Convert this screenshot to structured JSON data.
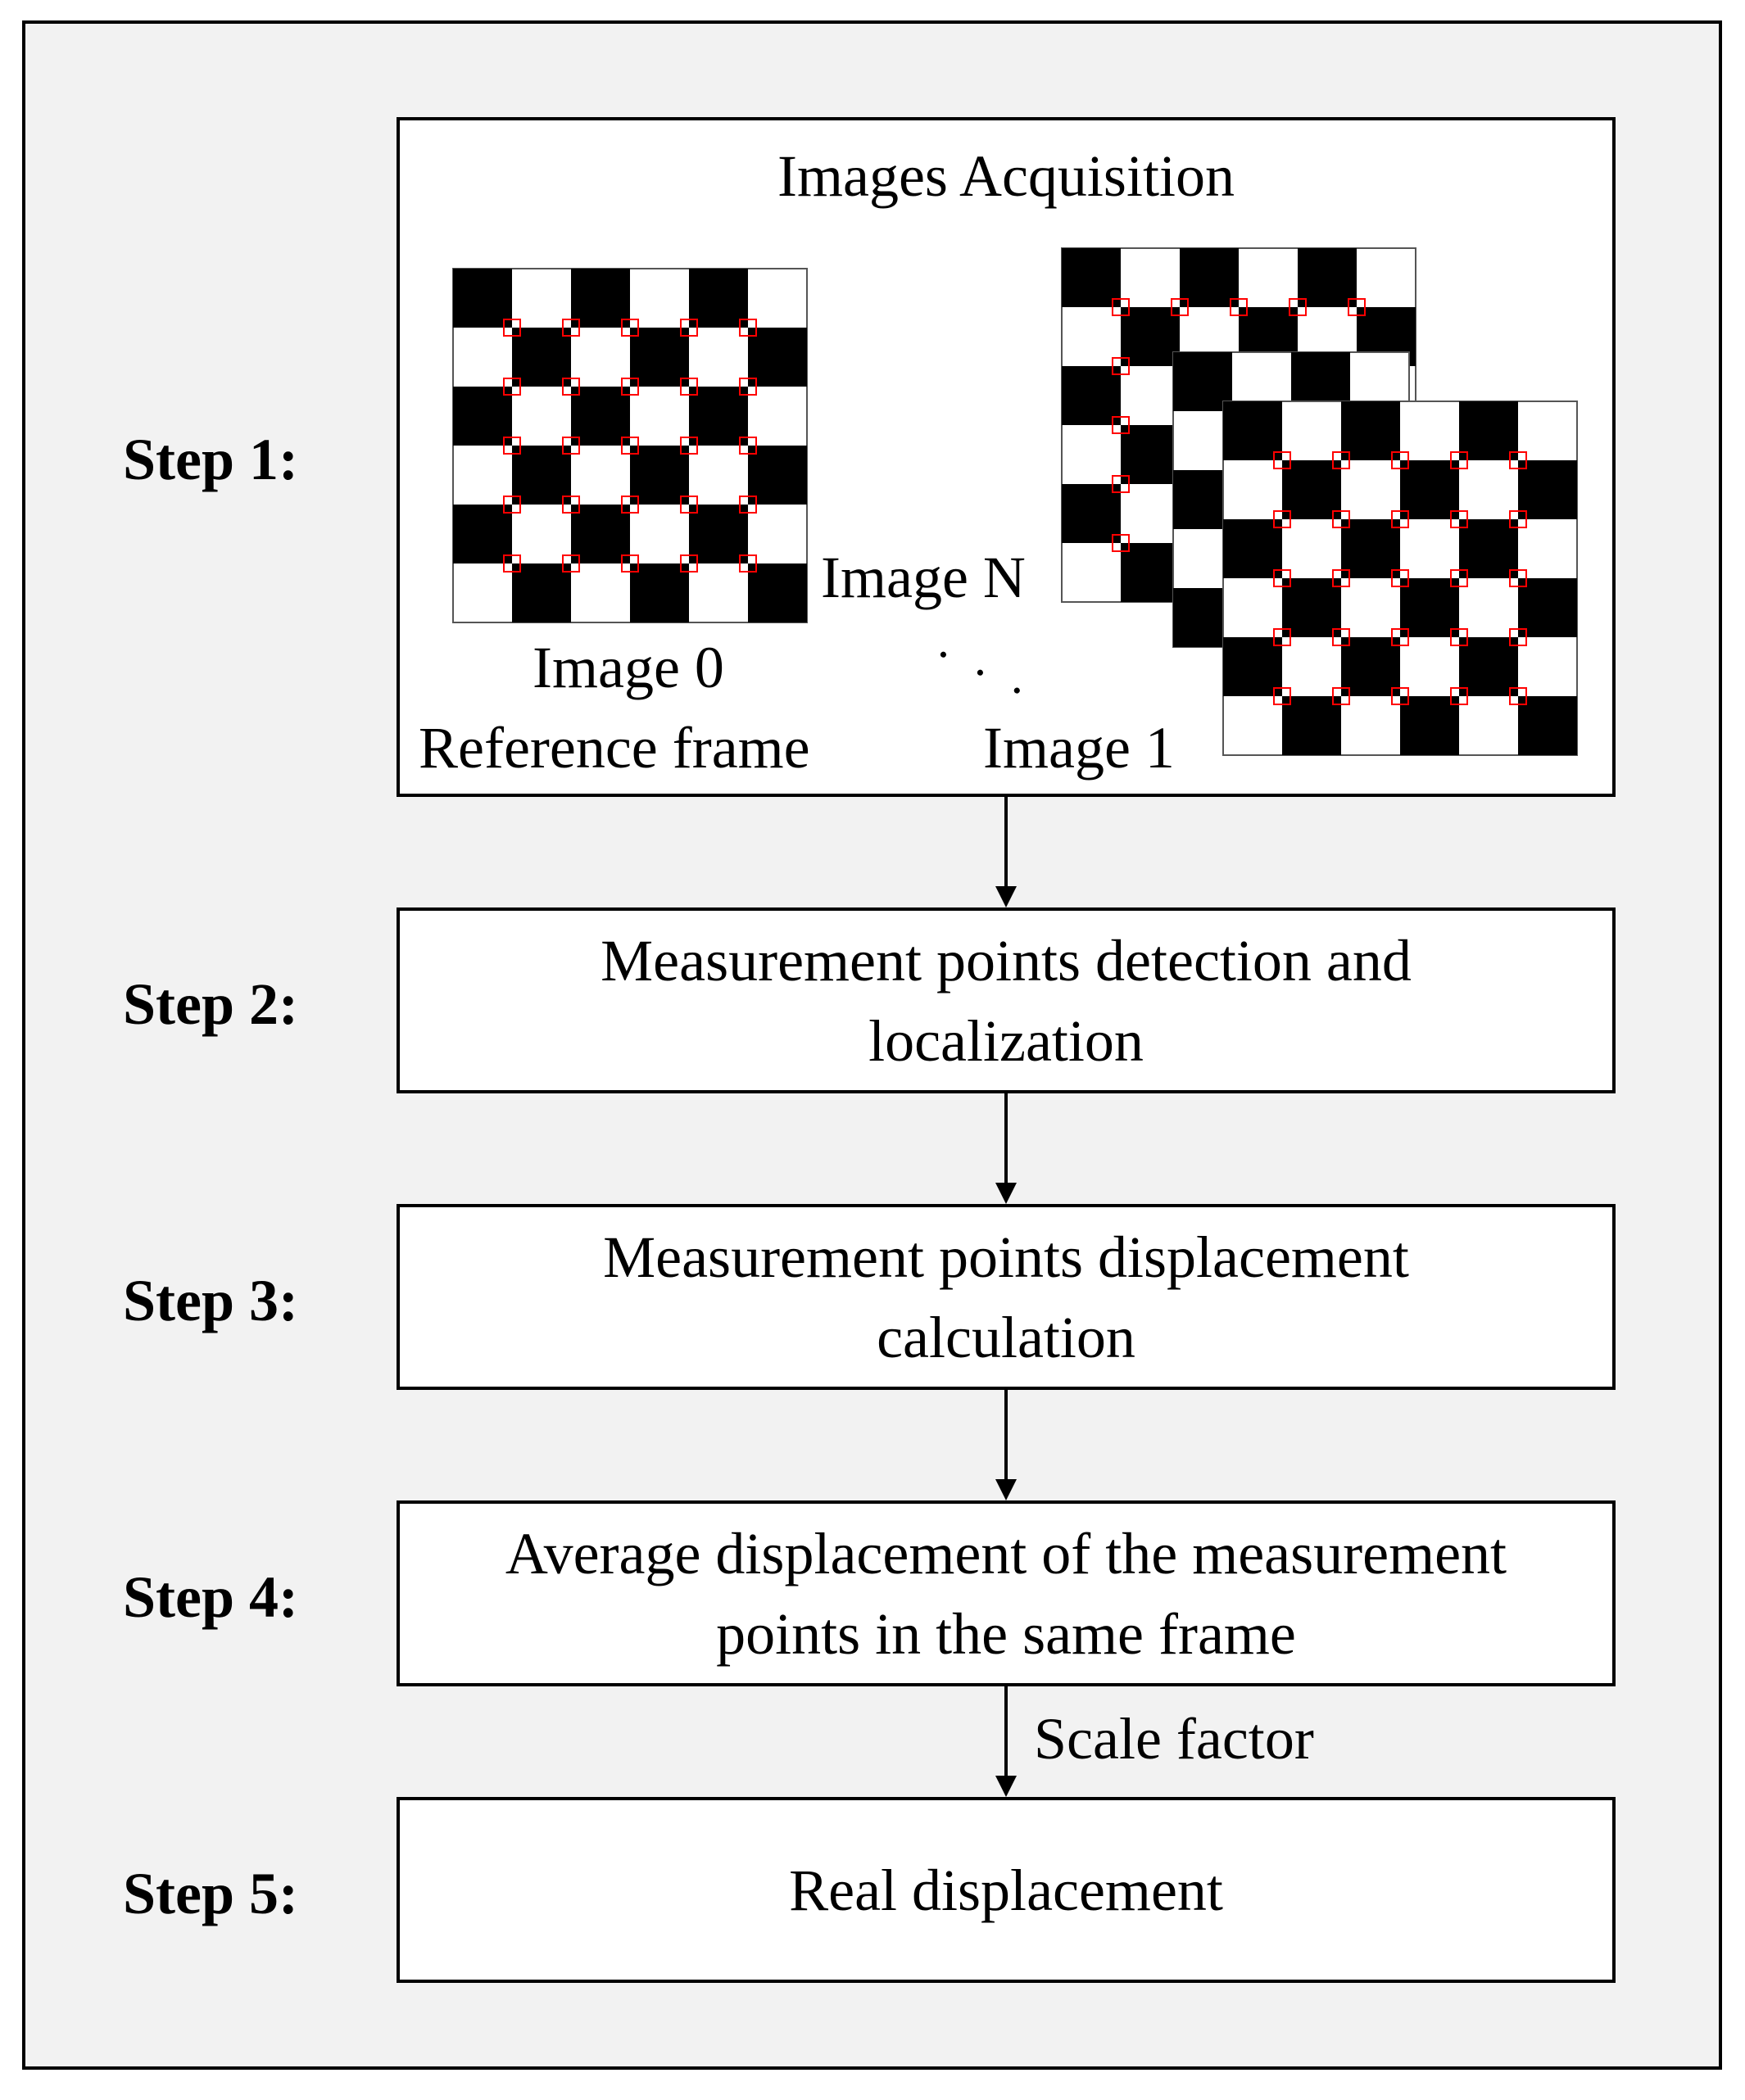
{
  "steps": [
    {
      "label": "Step 1:"
    },
    {
      "label": "Step 2:",
      "text": [
        "Measurement points detection and",
        "localization"
      ]
    },
    {
      "label": "Step 3:",
      "text": [
        "Measurement points displacement",
        "calculation"
      ]
    },
    {
      "label": "Step 4:",
      "text": [
        "Average displacement of the measurement",
        "points in the same frame"
      ]
    },
    {
      "label": "Step 5:",
      "text": [
        "Real displacement"
      ]
    }
  ],
  "acquisition": {
    "title": "Images Acquisition",
    "image0": "Image 0",
    "reference": "Reference frame",
    "imageN": "Image N",
    "image1": "Image 1",
    "ellipsis": ". . ."
  },
  "edge_label": "Scale factor",
  "colors": {
    "marker": "#ff0000",
    "background": "#f2f2f2"
  }
}
